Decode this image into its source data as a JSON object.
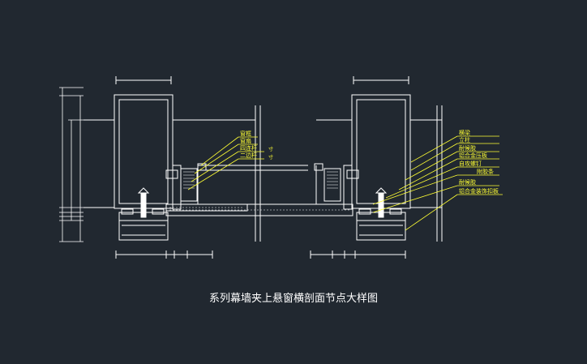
{
  "title": "系列幕墙夹上悬窗横剖面节点大样图",
  "colors": {
    "background": "#212830",
    "linework": "#ffffff",
    "annotation": "#ffff33"
  },
  "left_callouts": [
    "窗框",
    "窗扇",
    "四连杆",
    "二边杆"
  ],
  "left_small_marks": [
    "寸",
    "寸"
  ],
  "right_callouts": [
    "横梁",
    "立柱",
    "耐候胶",
    "铝合金压板",
    "自攻螺钉",
    "附胶条",
    "耐候胶",
    "铝合金装饰扣板"
  ]
}
